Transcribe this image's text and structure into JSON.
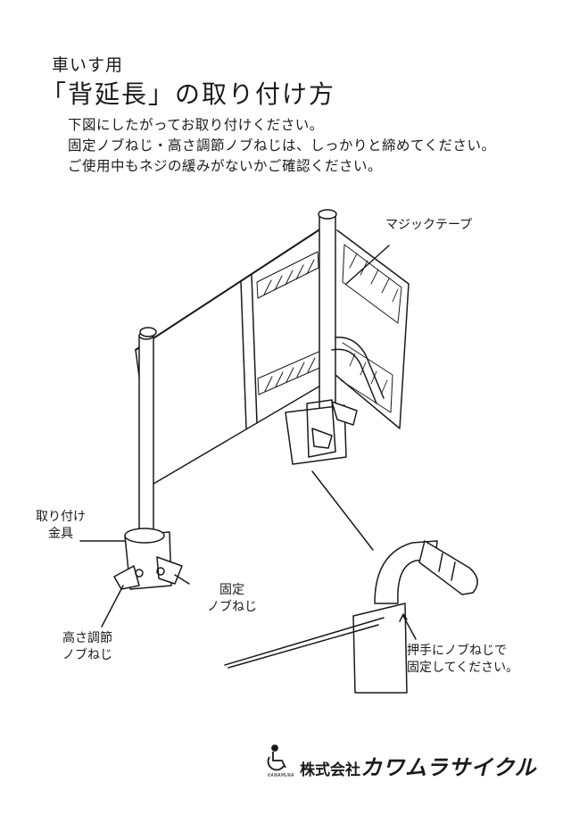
{
  "header": {
    "subtitle": "車いす用",
    "title": "「背延長」の取り付け方"
  },
  "instructions": [
    "下図にしたがってお取り付けください。",
    "固定ノブねじ・高さ調節ノブねじは、しっかりと締めてください。",
    "ご使用中もネジの緩みがないかご確認ください。"
  ],
  "labels": {
    "velcro": "マジックテープ",
    "mount": [
      "取り付け",
      "金具"
    ],
    "fix_knob": [
      "固定",
      "ノブねじ"
    ],
    "height_knob": [
      "高さ調節",
      "ノブねじ"
    ],
    "push_handle": [
      "押手にノブねじで",
      "固定してください。"
    ]
  },
  "footer": {
    "logo_text": "KAWAMURA",
    "company_prefix": "株式会社",
    "company_name": "カワムラサイクル"
  },
  "icons": {
    "logo": "wheelchair-logo-icon"
  }
}
